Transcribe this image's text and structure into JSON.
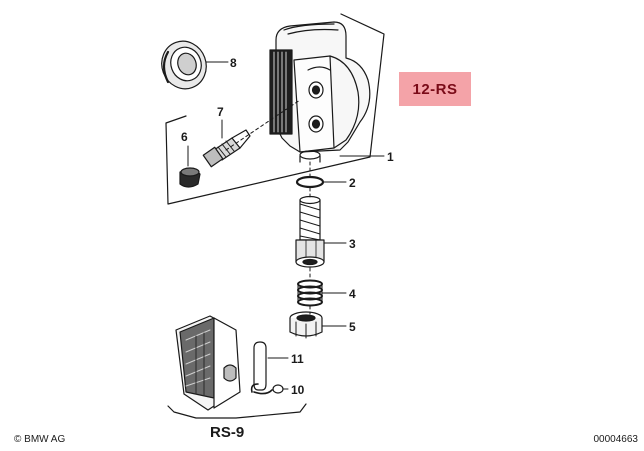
{
  "badge": {
    "label": "12-RS",
    "bg": "#f4a3a8",
    "fg": "#7a0b18"
  },
  "callouts": [
    "1",
    "2",
    "3",
    "4",
    "5",
    "6",
    "7",
    "8",
    "10",
    "11"
  ],
  "group_label": "RS-9",
  "footer": {
    "copyright": "© BMW AG",
    "image_number": "00004663"
  }
}
